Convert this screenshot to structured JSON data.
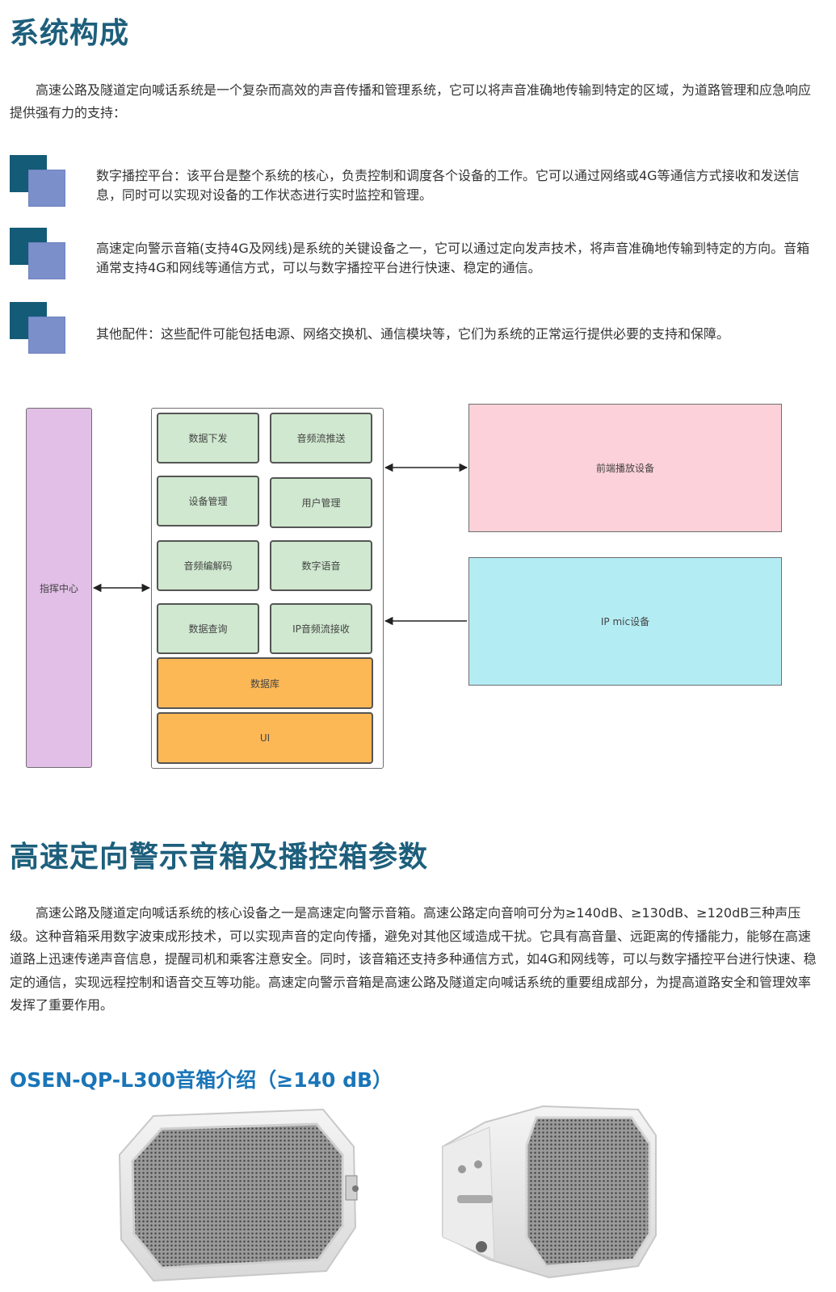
{
  "section1": {
    "title": "系统构成",
    "intro": "高速公路及隧道定向喊话系统是一个复杂而高效的声音传播和管理系统，它可以将声音准确地传输到特定的区域，为道路管理和应急响应提供强有力的支持："
  },
  "features": [
    {
      "icon": "stacked-squares-icon",
      "text": "数字播控平台：该平台是整个系统的核心，负责控制和调度各个设备的工作。它可以通过网络或4G等通信方式接收和发送信息，同时可以实现对设备的工作状态进行实时监控和管理。"
    },
    {
      "icon": "stacked-squares-icon",
      "text": "高速定向警示音箱(支持4G及网线)是系统的关键设备之一，它可以通过定向发声技术，将声音准确地传输到特定的方向。音箱通常支持4G和网线等通信方式，可以与数字播控平台进行快速、稳定的通信。"
    },
    {
      "icon": "stacked-squares-icon",
      "text": "其他配件：这些配件可能包括电源、网络交换机、通信模块等，它们为系统的正常运行提供必要的支持和保障。"
    }
  ],
  "diagram": {
    "command_center": "指挥中心",
    "modules": [
      "数据下发",
      "音频流推送",
      "设备管理",
      "用户管理",
      "音频编解码",
      "数字语音",
      "数据查询",
      "IP音频流接收"
    ],
    "database": "数据库",
    "ui": "UI",
    "front_device": "前端播放设备",
    "ip_mic": "IP mic设备",
    "colors": {
      "command": "#e1bfe6",
      "module": "#cfe8cf",
      "storage": "#fdb856",
      "front": "#fdd1d9",
      "mic": "#b4ecf4"
    }
  },
  "section2": {
    "title": "高速定向警示音箱及播控箱参数",
    "intro": "高速公路及隧道定向喊话系统的核心设备之一是高速定向警示音箱。高速公路定向音响可分为≥140dB、≥130dB、≥120dB三种声压级。这种音箱采用数字波束成形技术，可以实现声音的定向传播，避免对其他区域造成干扰。它具有高音量、远距离的传播能力，能够在高速道路上迅速传递声音信息，提醒司机和乘客注意安全。同时，该音箱还支持多种通信方式，如4G和网线等，可以与数字播控平台进行快速、稳定的通信，实现远程控制和语音交互等功能。高速定向警示音箱是高速公路及隧道定向喊话系统的重要组成部分，为提高道路安全和管理效率发挥了重要作用。"
  },
  "section3": {
    "title": "OSEN-QP-L300音箱介绍（≥140 dB）"
  }
}
